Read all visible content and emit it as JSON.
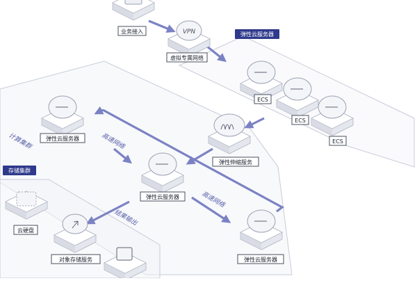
{
  "nodes": {
    "business_access": "业务接入",
    "vpn": "虚拟专属网络",
    "vpn_icon_text": "VPN",
    "ecs_1": "ECS",
    "ecs_2": "ECS",
    "ecs_3": "ECS",
    "auto_scaling": "弹性伸缩服务",
    "ecs_cluster_left": "弹性云服务器",
    "ecs_cluster_mid": "弹性云服务器",
    "ecs_cluster_right": "弹性云服务器",
    "cloud_disk": "云硬盘",
    "object_storage": "对象存储服务"
  },
  "groups": {
    "ecs_group": "弹性云服务器",
    "compute_cluster": "计算集群",
    "storage_cluster": "存储集群"
  },
  "flows": {
    "high_speed_1": "高速网络",
    "high_speed_2": "高速网络",
    "result_output": "结果输出"
  }
}
